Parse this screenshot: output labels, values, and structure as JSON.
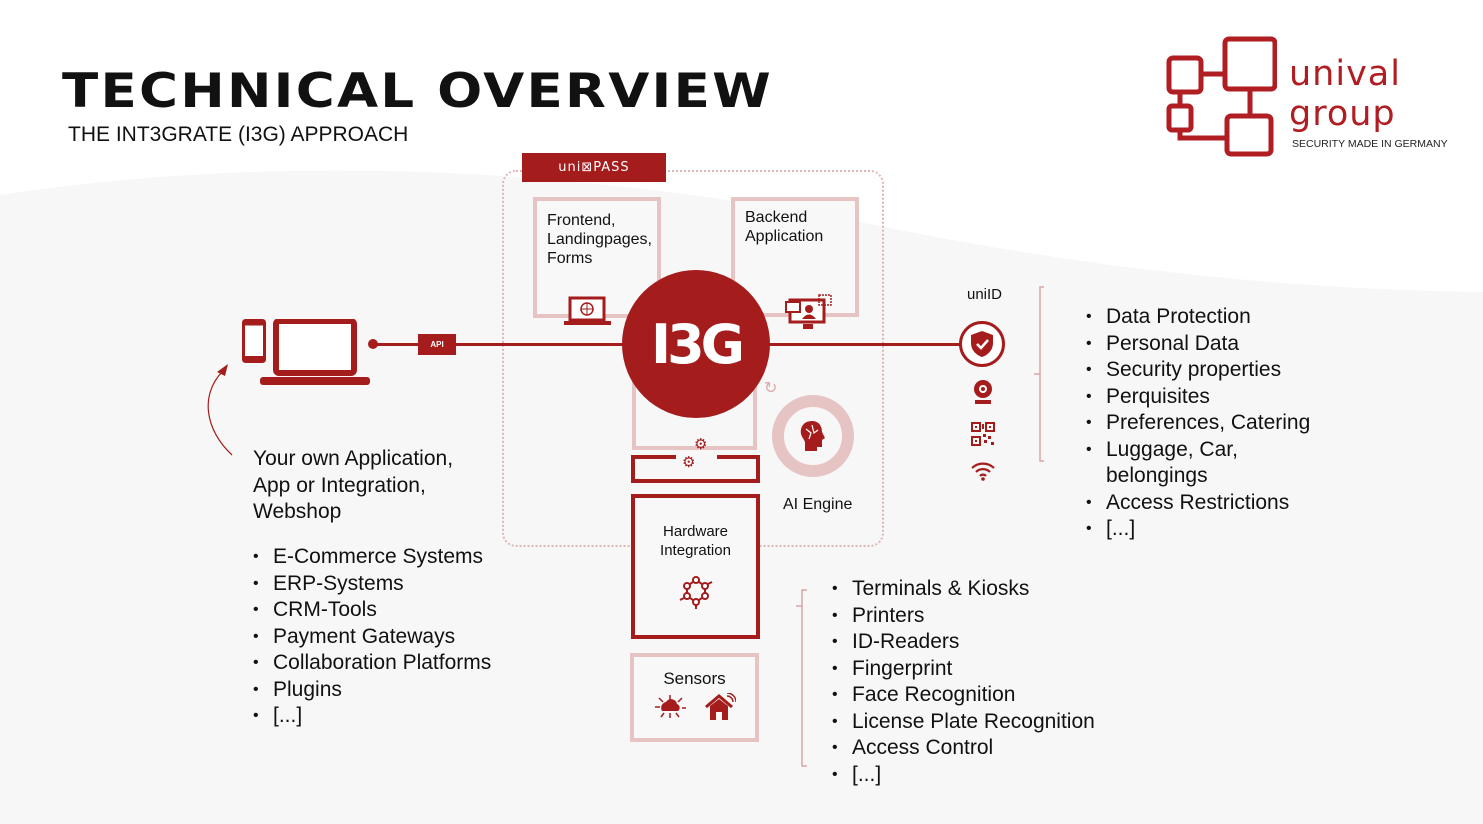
{
  "header": {
    "title": "TECHNICAL OVERVIEW",
    "subtitle": "THE INT3GRATE (I3G) APPROACH"
  },
  "logo": {
    "name_line1": "unival",
    "name_line2": "group",
    "tagline": "SECURITY MADE IN GERMANY"
  },
  "unipass": {
    "tab_label": "uni⊠PASS"
  },
  "boxes": {
    "frontend": "Frontend,\nLandingpages,\nForms",
    "backend": "Backend\nApplication",
    "hardware": "Hardware\nIntegration",
    "sensors": "Sensors",
    "ai_engine": "AI Engine"
  },
  "core": {
    "label": "I3G"
  },
  "api_label": "API",
  "uniid": {
    "label": "uniID",
    "items": [
      "Data Protection",
      "Personal Data",
      "Security properties",
      "Perquisites",
      "Preferences, Catering",
      "Luggage, Car, belongings",
      "Access Restrictions",
      "[...]"
    ]
  },
  "own_app": {
    "text": "Your own Application,\nApp or Integration,\nWebshop",
    "items": [
      "E-Commerce Systems",
      "ERP-Systems",
      "CRM-Tools",
      "Payment Gateways",
      "Collaboration Platforms",
      "Plugins",
      "[...]"
    ]
  },
  "hardware_list": {
    "items": [
      "Terminals & Kiosks",
      "Printers",
      "ID-Readers",
      "Fingerprint",
      "Face Recognition",
      "License Plate Recognition",
      "Access Control",
      "[...]"
    ]
  },
  "colors": {
    "accent": "#a51c1c",
    "light": "#e6c4c4",
    "background": "#f7f7f7"
  }
}
